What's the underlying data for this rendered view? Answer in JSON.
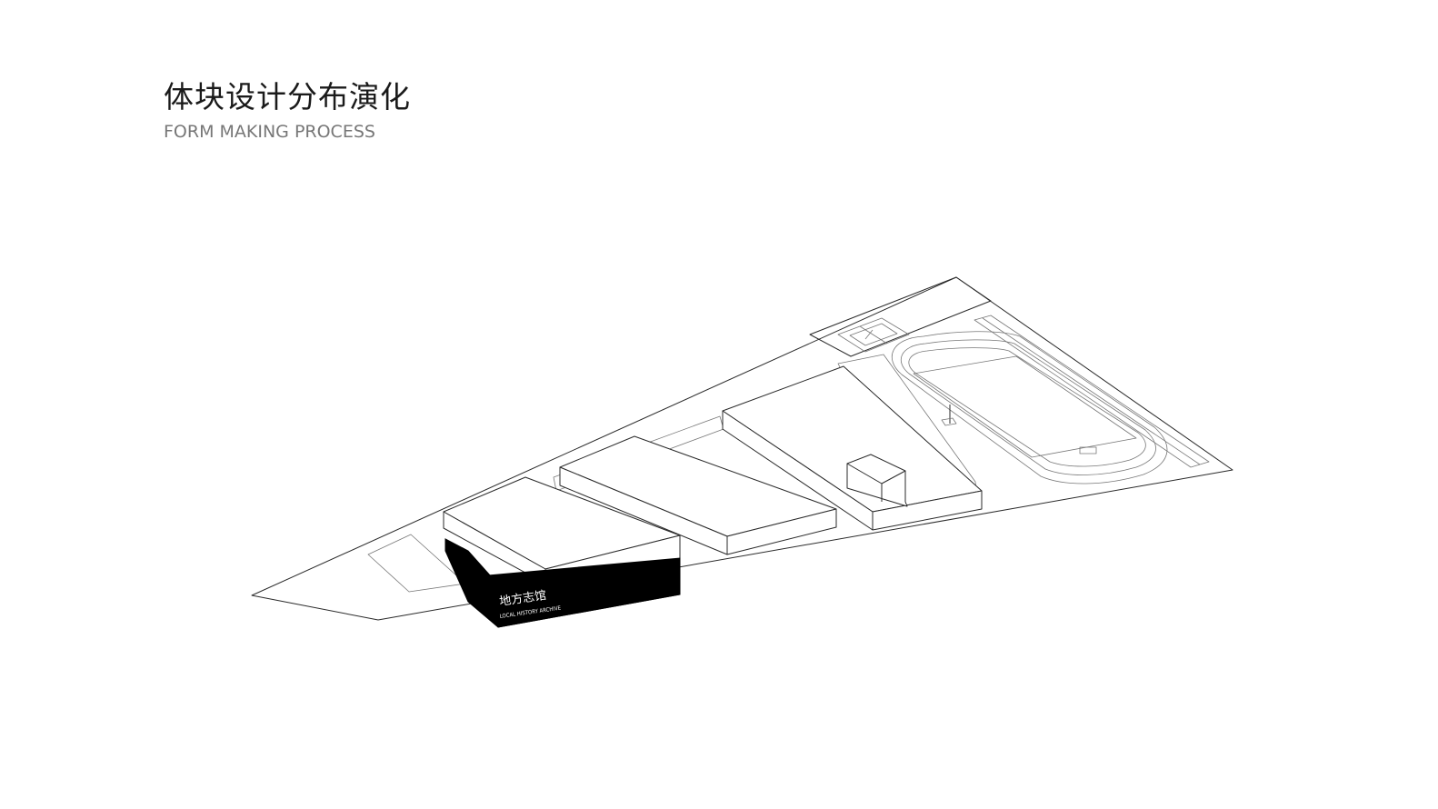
{
  "header": {
    "title": "体块设计分布演化",
    "subtitle": "FORM MAKING PROCESS"
  },
  "diagram": {
    "highlighted_block": {
      "label_cn": "地方志馆",
      "label_en": "LOCAL HISTORY ARCHIVE",
      "color": "#000000"
    },
    "line_color": "#2a2a2a",
    "background": "#ffffff"
  }
}
